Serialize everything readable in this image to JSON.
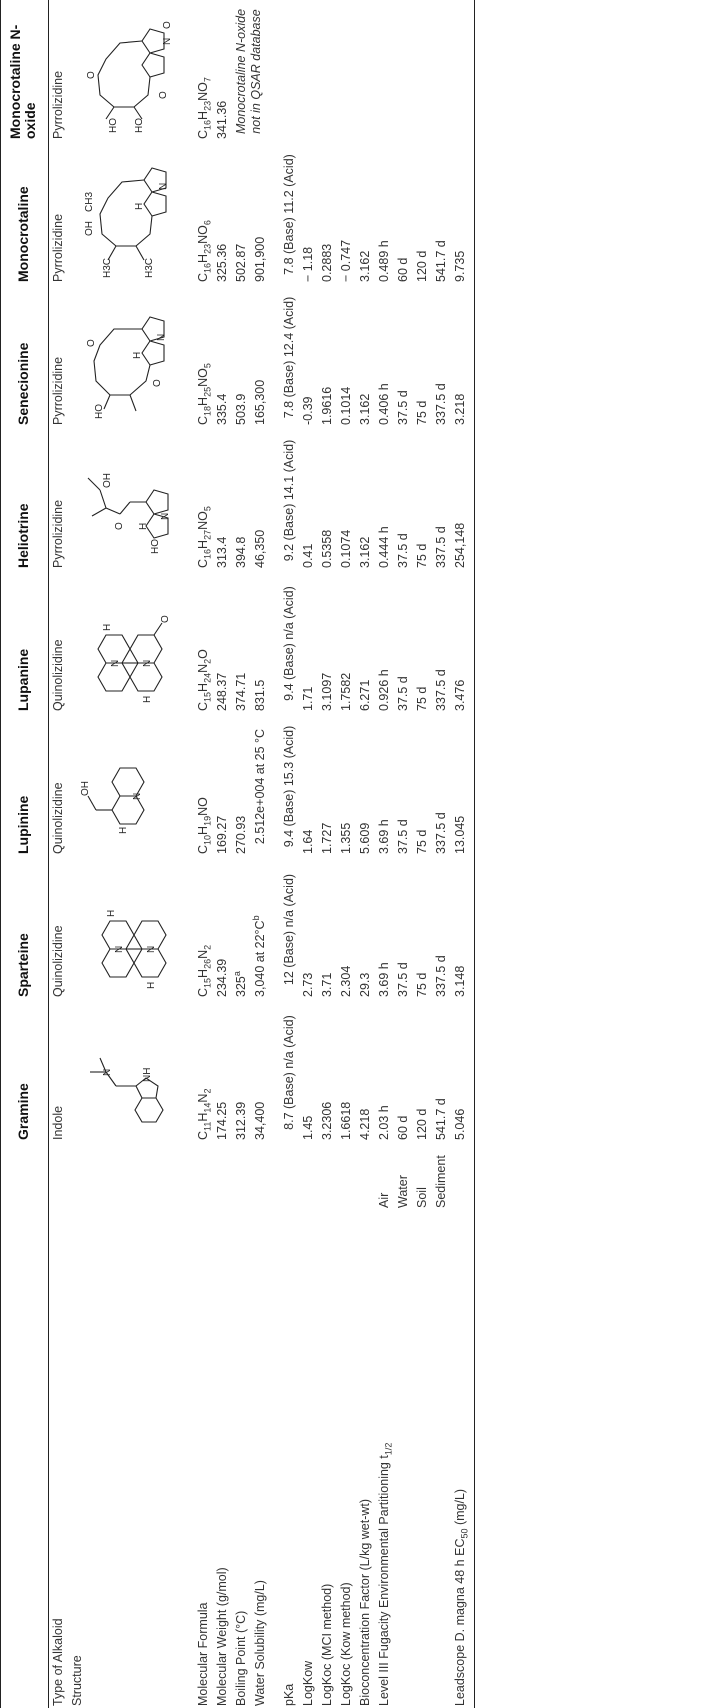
{
  "headers": [
    "Gramine",
    "Sparteine",
    "Lupinine",
    "Lupanine",
    "Heliotrine",
    "Senecionine",
    "Monocrotaline",
    "Monocrotaline N-oxide"
  ],
  "rows": {
    "type": {
      "label": "Type of Alkaloid",
      "values": [
        "Indole",
        "Quinolizidine",
        "Quinolizidine",
        "Quinolizidine",
        "Pyrrolizidine",
        "Pyrrolizidine",
        "Pyrrolizidine",
        "Pyrrolizidine"
      ]
    },
    "structure": {
      "label": "Structure"
    },
    "formula": {
      "label": "Molecular Formula"
    },
    "mw": {
      "label": "Molecular Weight (g/mol)",
      "values": [
        "174.25",
        "234.39",
        "169.27",
        "248.37",
        "313.4",
        "335.4",
        "325.36",
        "341.36"
      ]
    },
    "bp": {
      "label": "Boiling Point (°C)",
      "values": [
        "312.39",
        "325",
        "270.93",
        "374.71",
        "394.8",
        "503.9",
        "502.87"
      ],
      "sparteine_sup": "a",
      "noxide_note": "Monocrotaline N-oxide not in QSAR database"
    },
    "ws": {
      "label": "Water Solubility (mg/L)",
      "values": [
        "34,400",
        "3,040 at 22°C",
        "2.512e+004 at 25 °C",
        "831.5",
        "46,350",
        "165,300",
        "901,900"
      ],
      "sparteine_sup": "b"
    },
    "pka": {
      "label": "pKa",
      "values": [
        "8.7 (Base) n/a (Acid)",
        "12 (Base) n/a (Acid)",
        "9.4 (Base) 15.3 (Acid)",
        "9.4 (Base) n/a (Acid)",
        "9.2 (Base) 14.1 (Acid)",
        "7.8 (Base) 12.4 (Acid)",
        "7.8 (Base) 11.2 (Acid)"
      ]
    },
    "logkow": {
      "label": "LogKow",
      "values": [
        "1.45",
        "2.73",
        "1.64",
        "1.71",
        "0.41",
        "-0.39",
        "− 1.18"
      ]
    },
    "logkoc_mci": {
      "label": "LogKoc (MCI method)",
      "values": [
        "3.2306",
        "3.71",
        "1.727",
        "3.1097",
        "0.5358",
        "1.9616",
        "0.2883"
      ]
    },
    "logkoc_kow": {
      "label": "LogKoc (Kow method)",
      "values": [
        "1.6618",
        "2.304",
        "1.355",
        "1.7582",
        "0.1074",
        "0.1014",
        "− 0.747"
      ]
    },
    "bcf": {
      "label": "Bioconcentration Factor (L/kg wet-wt)",
      "values": [
        "4.218",
        "29.3",
        "5.609",
        "6.271",
        "3.162",
        "3.162",
        "3.162"
      ]
    },
    "fugacity": {
      "label": "Level III Fugacity Environmental Partitioning t",
      "label_sub": "1/2",
      "air": {
        "sub": "Air",
        "values": [
          "2.03 h",
          "3.69 h",
          "3.69 h",
          "0.926 h",
          "0.444 h",
          "0.406 h",
          "0.489 h"
        ]
      },
      "water": {
        "sub": "Water",
        "values": [
          "60 d",
          "37.5 d",
          "37.5 d",
          "37.5 d",
          "37.5 d",
          "37.5 d",
          "60 d"
        ]
      },
      "soil": {
        "sub": "Soil",
        "values": [
          "120 d",
          "75 d",
          "75 d",
          "75 d",
          "75 d",
          "75 d",
          "120 d"
        ]
      },
      "sediment": {
        "sub": "Sediment",
        "values": [
          "541.7 d",
          "337.5 d",
          "337.5 d",
          "337.5 d",
          "337.5 d",
          "337.5 d",
          "541.7 d"
        ]
      }
    },
    "leadscope": {
      "label": "Leadscope D. magna 48 h EC",
      "label_sub": "50",
      "label_tail": " (mg/L)",
      "values": [
        "5.046",
        "3.148",
        "13.045",
        "3.476",
        "254,148",
        "3.218",
        "9.735"
      ]
    }
  },
  "structure_labels": {
    "nh": "NH",
    "n": "N",
    "h": "H",
    "oh": "OH",
    "ho": "HO",
    "o": "O",
    "ch3": "CH3",
    "h3c": "H3C",
    "h2c": "H3C"
  }
}
